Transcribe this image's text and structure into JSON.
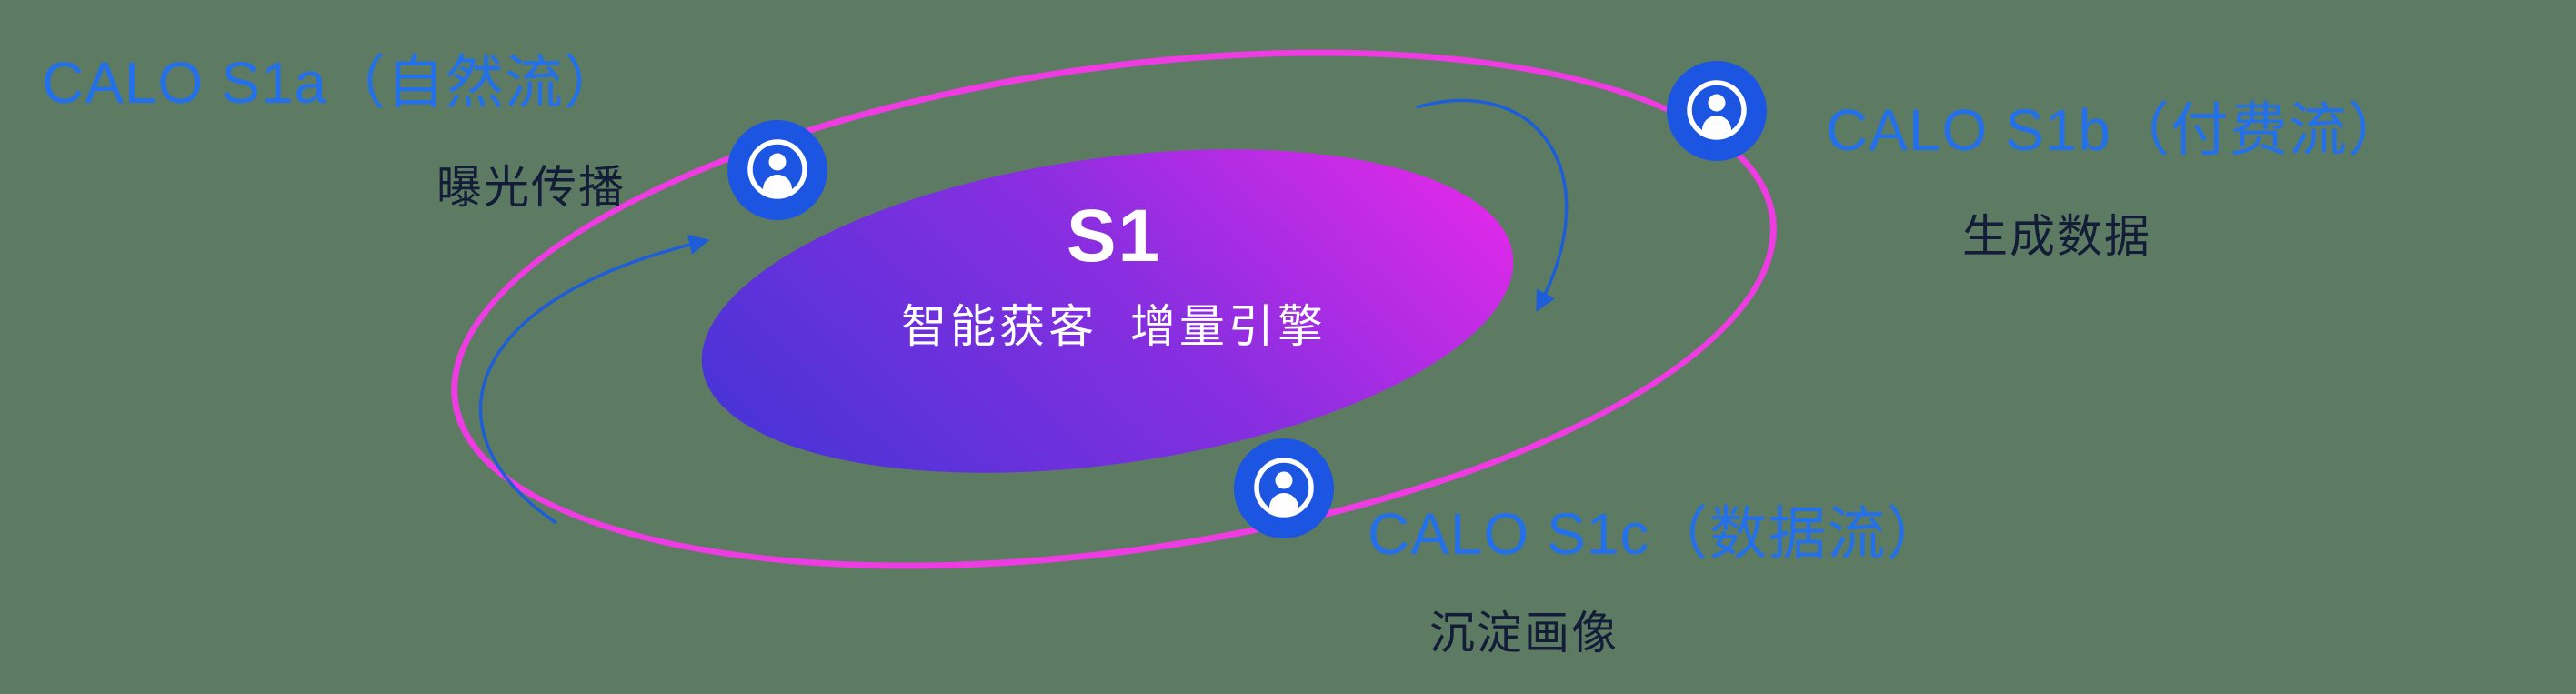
{
  "colors": {
    "background": "#5d7b62",
    "label_blue": "#2470e8",
    "sublabel_dark": "#141d38",
    "orbit_pink": "#ee3ce2",
    "node_blue": "#1b55e2",
    "gradient_start": "#4434d6",
    "gradient_mid": "#8a2ee0",
    "gradient_end": "#da2ae8",
    "arrow_blue": "#1d5ed8",
    "icon_white": "#ffffff"
  },
  "center": {
    "title": "S1",
    "subtitle": "智能获客  增量引擎"
  },
  "nodes": [
    {
      "id": "s1a",
      "label": "CALO S1a（自然流）",
      "sublabel": "曝光传播",
      "icon": "user-icon"
    },
    {
      "id": "s1b",
      "label": "CALO S1b（付费流）",
      "sublabel": "生成数据",
      "icon": "user-icon"
    },
    {
      "id": "s1c",
      "label": "CALO S1c（数据流）",
      "sublabel": "沉淀画像",
      "icon": "user-icon"
    }
  ]
}
